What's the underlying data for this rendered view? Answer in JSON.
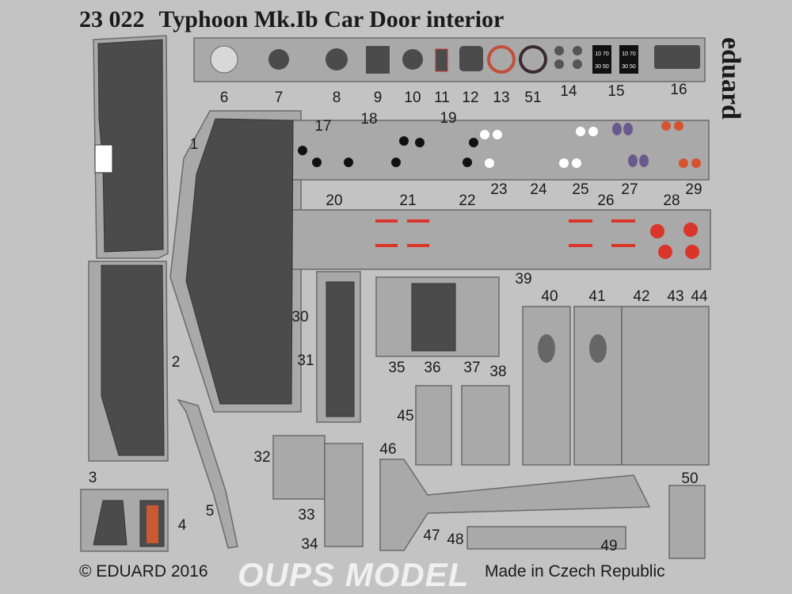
{
  "header": {
    "code": "23 022",
    "title": "Typhoon Mk.Ib Car Door interior"
  },
  "logo": "eduard",
  "part_numbers": [
    "1",
    "2",
    "3",
    "4",
    "5",
    "6",
    "7",
    "8",
    "9",
    "10",
    "11",
    "12",
    "13",
    "51",
    "14",
    "15",
    "16",
    "17",
    "18",
    "19",
    "20",
    "21",
    "22",
    "23",
    "24",
    "25",
    "26",
    "27",
    "28",
    "29",
    "30",
    "31",
    "32",
    "33",
    "34",
    "35",
    "36",
    "37",
    "38",
    "39",
    "40",
    "41",
    "42",
    "43",
    "44",
    "45",
    "46",
    "47",
    "48",
    "49",
    "50"
  ],
  "placard_text": [
    "10 70",
    "30 50"
  ],
  "footer": {
    "copyright": "© EDUARD 2016",
    "origin": "Made in Czech Republic"
  },
  "watermark": "OUPS MODEL",
  "colors": {
    "fret": "#c3c3c3",
    "part": "#a9a9a9",
    "dark_panel": "#4b4b4b",
    "red": "#d9352b",
    "orange": "#d5532f",
    "purple": "#6a5a8c",
    "white": "#ffffff"
  }
}
